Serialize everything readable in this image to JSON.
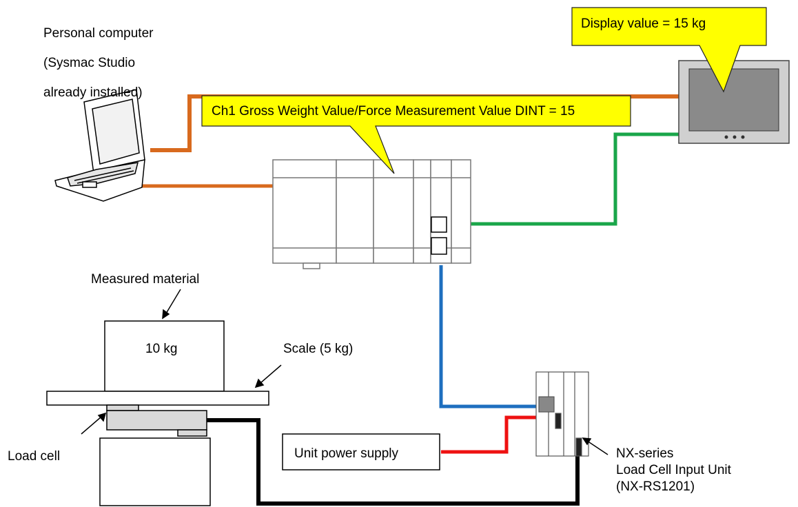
{
  "labels": {
    "pc_line1": "Personal computer",
    "pc_line2": "(Sysmac Studio",
    "pc_line3": "already installed)",
    "callout_display": "Display value = 15 kg",
    "callout_ch1": "Ch1 Gross Weight Value/Force Measurement Value DINT = 15",
    "measured_material": "Measured material",
    "material_weight": "10 kg",
    "scale": "Scale (5 kg)",
    "load_cell": "Load cell",
    "unit_power_supply": "Unit power supply",
    "nx_line1": "NX-series",
    "nx_line2": "Load Cell Input Unit",
    "nx_line3": "(NX-RS1201)"
  },
  "colors": {
    "ethernet_cable": "#d86a1e",
    "hmi_cable": "#1aa64a",
    "nx_bus_cable": "#1e6fbf",
    "power_cable": "#ee1111",
    "load_cell_cable": "#000000",
    "callout_fill": "#ffff00"
  }
}
